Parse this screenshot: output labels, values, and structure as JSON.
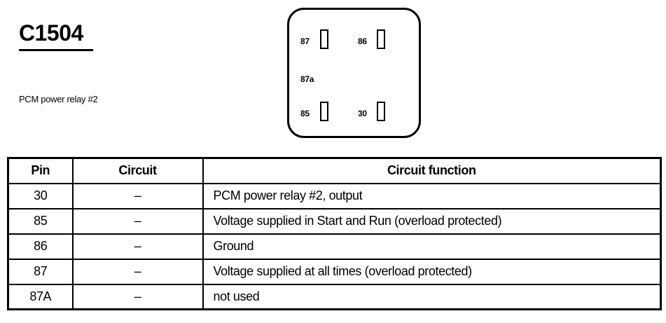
{
  "header": {
    "connector_id": "C1504",
    "description": "PCM power relay #2"
  },
  "connector": {
    "pins": [
      {
        "label": "87",
        "has_slot": true
      },
      {
        "label": "86",
        "has_slot": true
      },
      {
        "label": "87a",
        "has_slot": false
      },
      {
        "label": "85",
        "has_slot": true
      },
      {
        "label": "30",
        "has_slot": true
      }
    ]
  },
  "table": {
    "headers": [
      "Pin",
      "Circuit",
      "Circuit function"
    ],
    "rows": [
      {
        "pin": "30",
        "circuit": "–",
        "function": "PCM power relay #2, output"
      },
      {
        "pin": "85",
        "circuit": "–",
        "function": "Voltage supplied in Start and Run (overload protected)"
      },
      {
        "pin": "86",
        "circuit": "–",
        "function": "Ground"
      },
      {
        "pin": "87",
        "circuit": "–",
        "function": "Voltage supplied at all times (overload protected)"
      },
      {
        "pin": "87A",
        "circuit": "–",
        "function": "not used"
      }
    ]
  }
}
